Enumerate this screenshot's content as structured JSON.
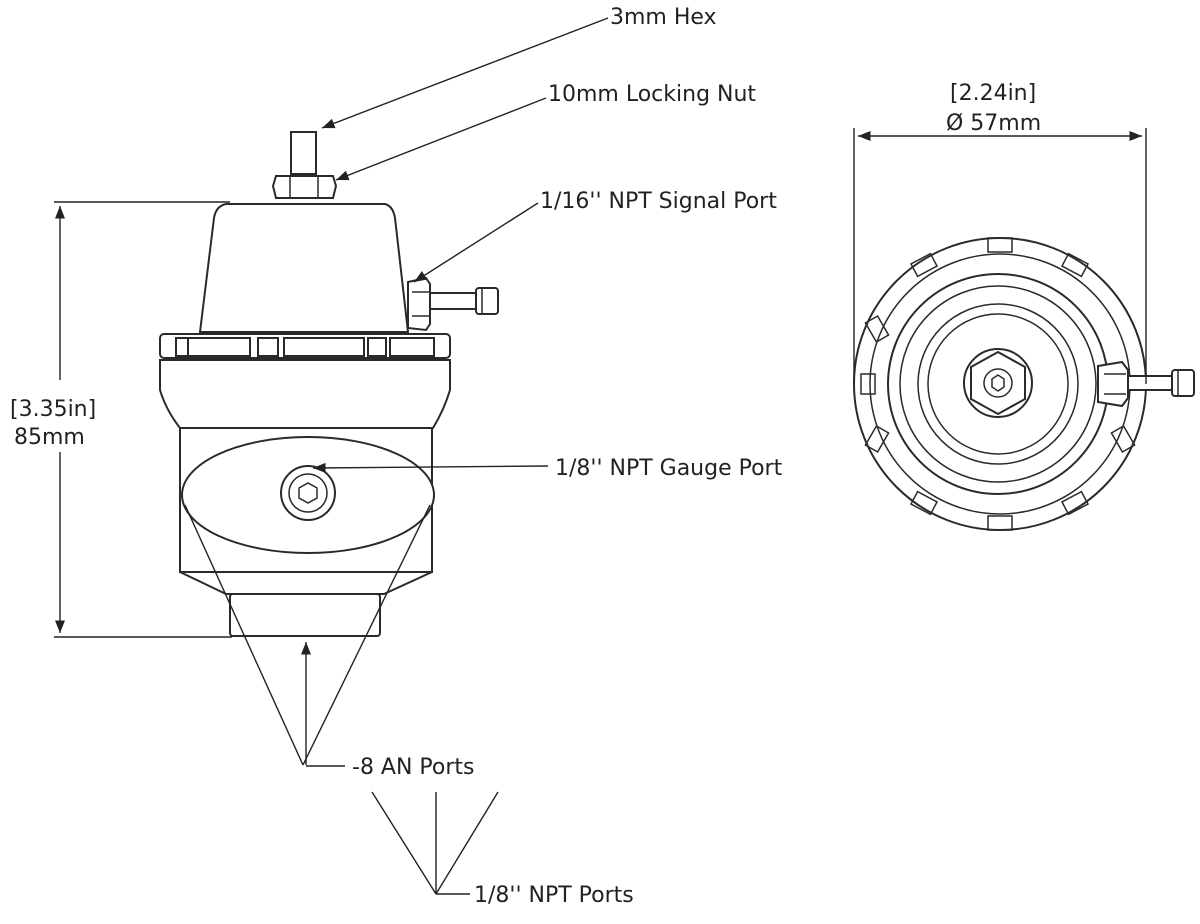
{
  "labels": {
    "hex": "3mm Hex",
    "locking_nut": "10mm Locking Nut",
    "signal_port": "1/16'' NPT Signal Port",
    "gauge_port": "1/8'' NPT Gauge Port",
    "an_ports": "-8 AN Ports",
    "npt_ports": "1/8'' NPT Ports"
  },
  "dimensions": {
    "height_in": "[3.35in]",
    "height_mm": "85mm",
    "diameter_in": "[2.24in]",
    "diameter_mm": "Ø 57mm"
  },
  "colors": {
    "line": "#222222",
    "background": "#ffffff"
  }
}
